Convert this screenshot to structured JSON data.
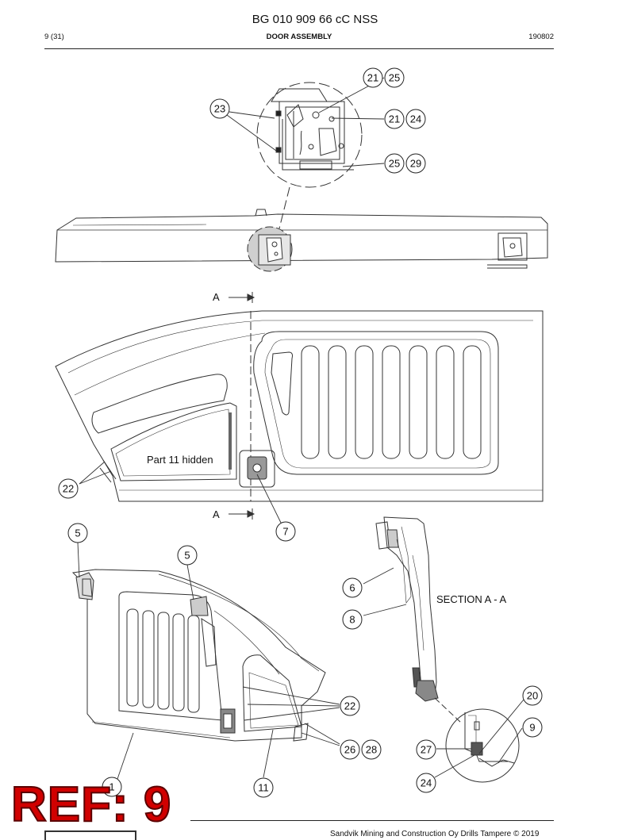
{
  "header": {
    "doc_number": "BG 010 909 66 cC NSS",
    "page": "9 (31)",
    "title": "DOOR ASSEMBLY",
    "date": "190802"
  },
  "labels": {
    "part_hidden": "Part 11 hidden",
    "section_a_top": "A",
    "section_a_bottom": "A",
    "section_title": "SECTION A - A"
  },
  "callouts": {
    "c21a": "21",
    "c25a": "25",
    "c23": "23",
    "c21b": "21",
    "c24a": "24",
    "c25b": "25",
    "c29": "29",
    "c22a": "22",
    "c7": "7",
    "c5a": "5",
    "c5b": "5",
    "c6": "6",
    "c8": "8",
    "c20": "20",
    "c9": "9",
    "c22b": "22",
    "c26": "26",
    "c28": "28",
    "c27": "27",
    "c24b": "24",
    "c1": "1",
    "c11": "11"
  },
  "stamp": "REF: 9",
  "footer": "Sandvik Mining and Construction Oy Drills Tampere © 2019"
}
